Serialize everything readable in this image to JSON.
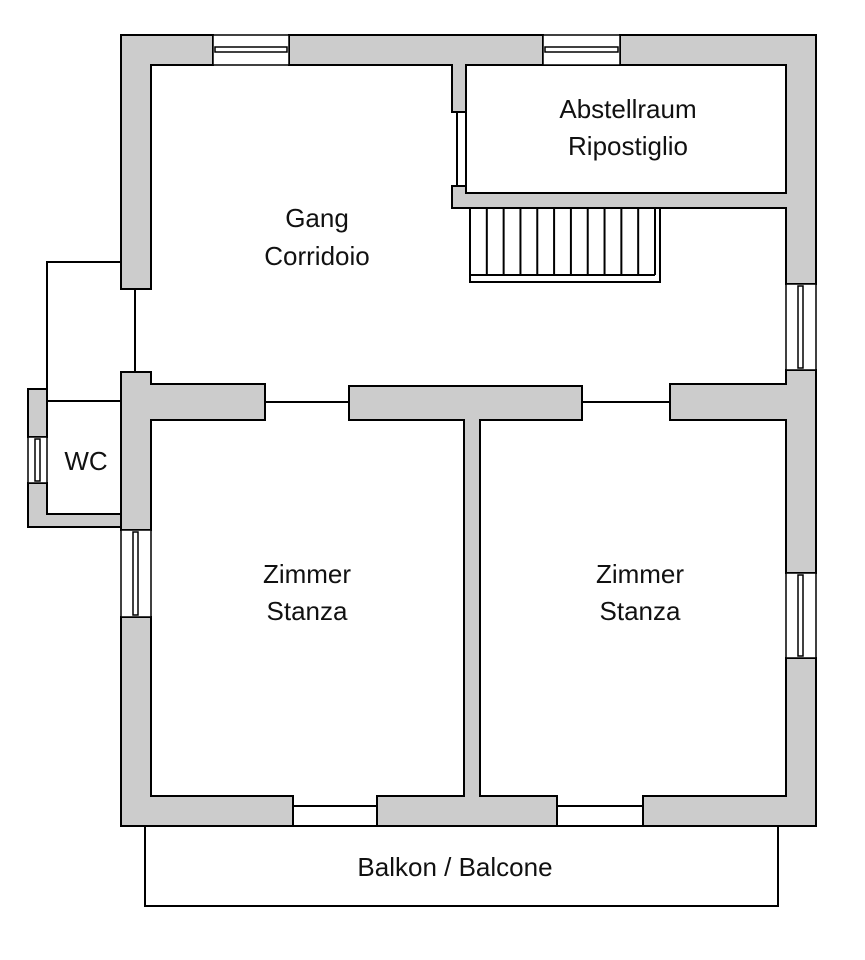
{
  "rooms": {
    "corridor": {
      "de": "Gang",
      "it": "Corridoio"
    },
    "storage": {
      "de": "Abstellraum",
      "it": "Ripostiglio"
    },
    "wc": {
      "label": "WC"
    },
    "room_left": {
      "de": "Zimmer",
      "it": "Stanza"
    },
    "room_right": {
      "de": "Zimmer",
      "it": "Stanza"
    },
    "balcony": {
      "label": "Balkon / Balcone"
    }
  },
  "colors": {
    "wall_fill": "#cccccc",
    "line": "#000000",
    "background": "#ffffff"
  },
  "stairs": {
    "tread_count": 11
  }
}
